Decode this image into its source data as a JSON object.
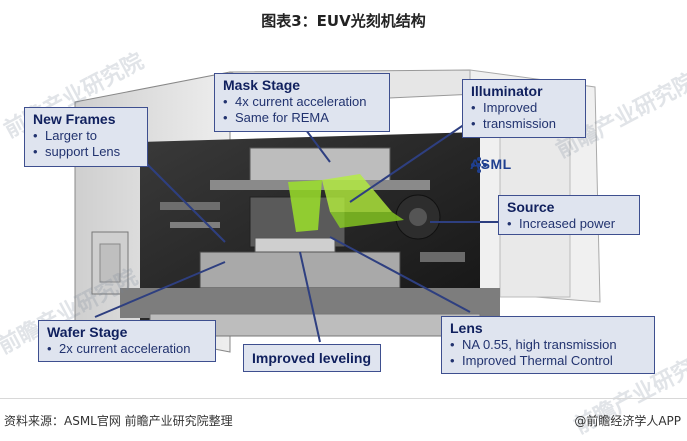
{
  "title": "图表3：EUV光刻机结构",
  "callouts": {
    "mask_stage": {
      "head": "Mask Stage",
      "items": [
        "4x current acceleration",
        "Same for REMA"
      ]
    },
    "illuminator": {
      "head": "Illuminator",
      "items": [
        "Improved",
        "transmission"
      ]
    },
    "new_frames": {
      "head": "New Frames",
      "items": [
        "Larger to",
        "support Lens"
      ]
    },
    "source": {
      "head": "Source",
      "items": [
        "Increased power"
      ]
    },
    "wafer_stage": {
      "head": "Wafer Stage",
      "items": [
        "2x current acceleration"
      ]
    },
    "leveling": {
      "head": "Improved leveling"
    },
    "lens": {
      "head": "Lens",
      "items": [
        "NA 0.55, high transmission",
        "Improved Thermal Control"
      ]
    }
  },
  "logo_text": "ASML",
  "watermark_text": "前瞻产业研究院",
  "footer": {
    "source": "资料来源：ASML官网 前瞻产业研究院整理",
    "brand": "@前瞻经济学人APP"
  },
  "colors": {
    "callout_bg": "#dfe4ef",
    "callout_border": "#3e4f8f",
    "callout_text": "#2a3a7c",
    "accent_green": "#9be02a"
  }
}
